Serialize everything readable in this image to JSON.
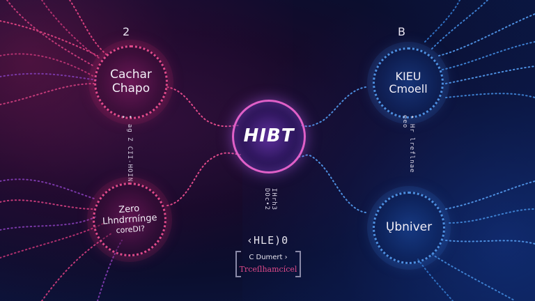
{
  "diagram": {
    "type": "mind-map",
    "center": {
      "label": "HIBT",
      "color": "#e060c8"
    },
    "nodes": [
      {
        "id": "top-left",
        "number": "2",
        "label_lines": [
          "Cachar",
          "Chapo"
        ],
        "color": "#e04a8a"
      },
      {
        "id": "top-right",
        "number": "B",
        "label_lines": [
          "KIEU",
          "Cmoell"
        ],
        "color": "#4d8fe0"
      },
      {
        "id": "bottom-left",
        "label_lines": [
          "Zero",
          "Lhndrrnínge",
          "coreDI?"
        ],
        "color": "#e04a8a"
      },
      {
        "id": "bottom-right",
        "label_lines": [
          "Ųbniver"
        ],
        "color": "#4d8fe0"
      }
    ],
    "vertical_texts": {
      "left": "• ag Z CII-HOIN •",
      "right": "• Hr lreflnae eeo",
      "center": "IHrh3 DOc•2"
    },
    "code_line": "‹HLE)0",
    "bracket_box": {
      "row1_left_glyph": "C",
      "row1_text": "Dumert",
      "row1_right_glyph": "›",
      "row2_text": "Trceſlhamcícel"
    },
    "colors": {
      "left_accent": "#e04a8a",
      "right_accent": "#4d8fe0",
      "center_ring": "#e060c8",
      "background": "#0b0e2e"
    }
  }
}
